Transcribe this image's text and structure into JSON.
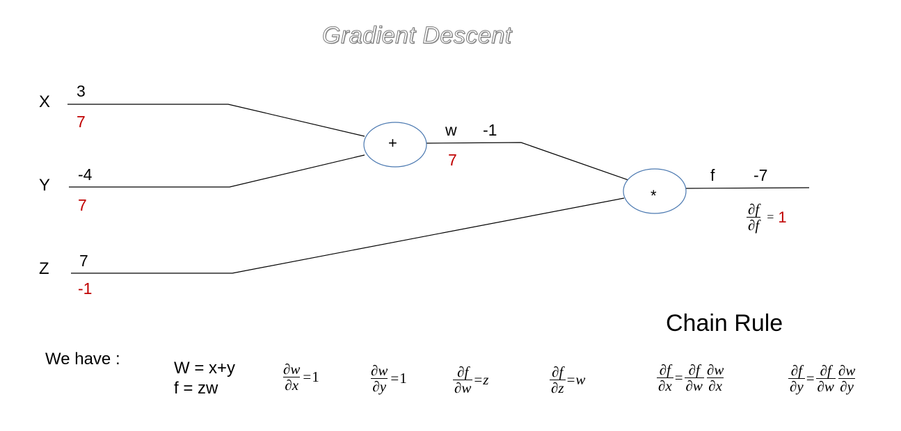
{
  "title": "Gradient Descent",
  "inputs": [
    {
      "name": "X",
      "value": "3",
      "grad": "7"
    },
    {
      "name": "Y",
      "value": "-4",
      "grad": "7"
    },
    {
      "name": "Z",
      "value": "7",
      "grad": "-1"
    }
  ],
  "add_node": {
    "symbol": "+",
    "out_name": "w",
    "out_value": "-1",
    "out_grad": "7"
  },
  "mul_node": {
    "symbol": "*",
    "out_name": "f",
    "out_value": "-7"
  },
  "df_df": {
    "num": "∂f",
    "den": "∂f",
    "eq": "=",
    "value": "1"
  },
  "chain_rule_heading": "Chain Rule",
  "we_have": "We have :",
  "definitions": [
    "W = x+y",
    "f = zw"
  ],
  "partials": [
    {
      "num": "∂w",
      "den": "∂x",
      "eq": "=",
      "rhs": "1"
    },
    {
      "num": "∂w",
      "den": "∂y",
      "eq": "=",
      "rhs": "1"
    },
    {
      "num": "∂f",
      "den": "∂w",
      "eq": "=",
      "rhs": "z"
    },
    {
      "num": "∂f",
      "den": "∂z",
      "eq": "=",
      "rhs": "w"
    }
  ],
  "chain": [
    {
      "lhs_num": "∂f",
      "lhs_den": "∂x",
      "eq": "=",
      "a_num": "∂f",
      "a_den": "∂w",
      "b_num": "∂w",
      "b_den": "∂x"
    },
    {
      "lhs_num": "∂f",
      "lhs_den": "∂y",
      "eq": "=",
      "a_num": "∂f",
      "a_den": "∂w",
      "b_num": "∂w",
      "b_den": "∂y"
    }
  ]
}
